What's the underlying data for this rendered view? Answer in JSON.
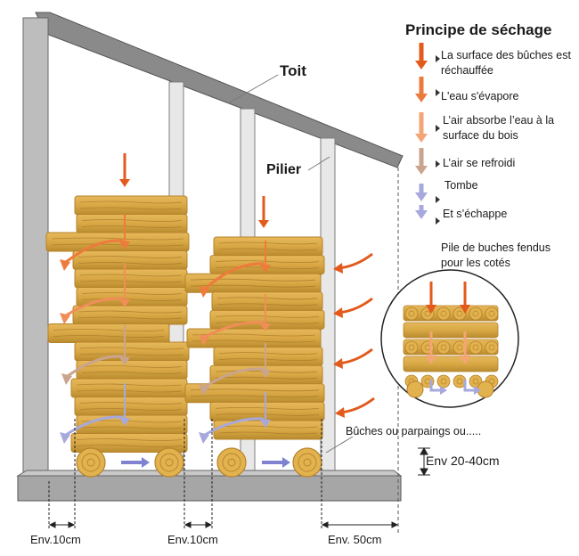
{
  "title": "Principe de séchage",
  "labels": {
    "roof": "Toit",
    "pillar": "Pilier",
    "split_pile": "Pile de buches fendus pour les cotés",
    "supports": "Bûches ou parpaings ou.....",
    "height": "Env 20-40cm",
    "gap_1": "Env.10cm",
    "gap_2": "Env.10cm",
    "gap_3": "Env. 50cm"
  },
  "steps": [
    {
      "text": "La surface des bûches est réchauffée",
      "color": "#e25a1c"
    },
    {
      "text": "L'eau s'évapore",
      "color": "#ec7a3d"
    },
    {
      "text": "L’air absorbe l’eau à la surface du bois",
      "color": "#f4a578"
    },
    {
      "text": "L’air se refroidi",
      "color": "#c9a48e"
    },
    {
      "text": "Tombe",
      "color": "#a7a8dc"
    },
    {
      "text": "Et s’échappe",
      "color": "#a7a8dc"
    }
  ],
  "colors": {
    "wood": "#d9a845",
    "wood_dark": "#b7832a",
    "structure": "#8c8c8c",
    "heat_arrow": "#e25a1c"
  }
}
